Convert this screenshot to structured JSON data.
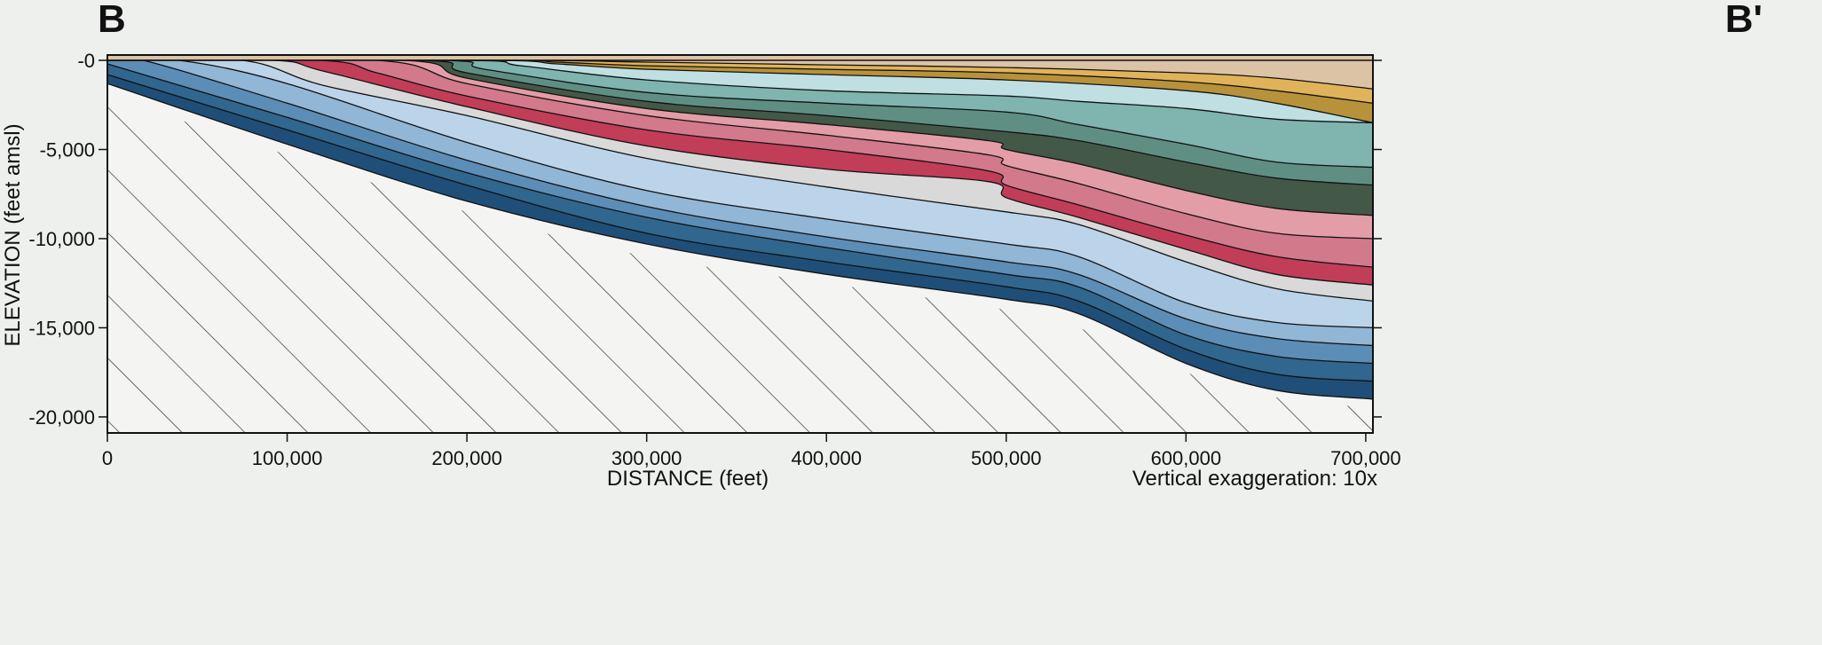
{
  "section": {
    "left_label": "B",
    "right_label": "B'"
  },
  "y_axis": {
    "label": "ELEVATION (feet amsl)",
    "unit": "feet amsl",
    "ticks": [
      {
        "value": 0,
        "label": "-0"
      },
      {
        "value": -5000,
        "label": "-5,000"
      },
      {
        "value": -10000,
        "label": "-10,000"
      },
      {
        "value": -15000,
        "label": "-15,000"
      },
      {
        "value": -20000,
        "label": "-20,000"
      }
    ],
    "range": [
      -20900,
      300
    ]
  },
  "x_axis": {
    "label": "DISTANCE (feet)",
    "unit": "feet",
    "ticks": [
      {
        "value": 0,
        "label": "0"
      },
      {
        "value": 100000,
        "label": "100,000"
      },
      {
        "value": 200000,
        "label": "200,000"
      },
      {
        "value": 300000,
        "label": "300,000"
      },
      {
        "value": 400000,
        "label": "400,000"
      },
      {
        "value": 500000,
        "label": "500,000"
      },
      {
        "value": 600000,
        "label": "600,000"
      },
      {
        "value": 700000,
        "label": "700,000"
      }
    ],
    "range": [
      0,
      704000
    ]
  },
  "note": "Vertical exaggeration: 10x",
  "colors": {
    "background": "#eef0ee",
    "basement_fill": "#f4f4f2",
    "hatch": "#333333",
    "outline": "#111111"
  },
  "basement_top": {
    "x": [
      0,
      100000,
      200000,
      300000,
      400000,
      500000,
      540000,
      600000,
      650000,
      704000
    ],
    "y": [
      -2000,
      -5300,
      -8500,
      -11000,
      -12500,
      -14000,
      -15000,
      -17500,
      -18900,
      -19500
    ]
  },
  "layers": [
    {
      "color": "#1f4f78",
      "x": [
        0,
        100000,
        200000,
        300000,
        400000,
        500000,
        540000,
        600000,
        650000,
        704000
      ],
      "y": [
        -1300,
        -4700,
        -7900,
        -10300,
        -12000,
        -13400,
        -14200,
        -17000,
        -18500,
        -19000
      ]
    },
    {
      "color": "#31668e",
      "x": [
        0,
        100000,
        200000,
        300000,
        400000,
        500000,
        540000,
        600000,
        650000,
        704000
      ],
      "y": [
        -800,
        -3900,
        -7000,
        -9700,
        -11300,
        -12700,
        -13500,
        -16200,
        -17600,
        -18000
      ]
    },
    {
      "color": "#5c8db7",
      "x": [
        0,
        100000,
        200000,
        300000,
        400000,
        500000,
        540000,
        600000,
        650000,
        704000
      ],
      "y": [
        -200,
        -3200,
        -6300,
        -8800,
        -10500,
        -12000,
        -12700,
        -15400,
        -16600,
        -17000
      ]
    },
    {
      "color": "#91b6d6",
      "x": [
        0,
        20000,
        100000,
        200000,
        300000,
        400000,
        500000,
        540000,
        600000,
        650000,
        704000
      ],
      "y": [
        0,
        0,
        -2400,
        -5600,
        -8200,
        -9900,
        -11300,
        -12000,
        -14500,
        -15600,
        -16000
      ]
    },
    {
      "color": "#bcd4ea",
      "x": [
        0,
        40000,
        100000,
        200000,
        300000,
        400000,
        500000,
        540000,
        600000,
        650000,
        704000
      ],
      "y": [
        0,
        0,
        -1300,
        -4600,
        -7300,
        -8900,
        -10300,
        -11000,
        -13600,
        -14700,
        -15000
      ]
    },
    {
      "color": "#d9d9d9",
      "x": [
        0,
        75000,
        120000,
        200000,
        300000,
        400000,
        500000,
        540000,
        600000,
        650000,
        704000
      ],
      "y": [
        0,
        0,
        -1400,
        -3100,
        -5500,
        -7100,
        -8500,
        -9200,
        -11300,
        -12800,
        -13500
      ]
    },
    {
      "color": "#c23d58",
      "x": [
        0,
        92000,
        120000,
        200000,
        300000,
        400000,
        490000,
        500000,
        540000,
        600000,
        650000,
        704000
      ],
      "y": [
        0,
        0,
        -600,
        -2600,
        -4800,
        -6100,
        -6800,
        -7700,
        -8800,
        -10600,
        -12000,
        -12600
      ]
    },
    {
      "color": "#d3798c",
      "x": [
        0,
        118000,
        150000,
        200000,
        300000,
        400000,
        490000,
        500000,
        540000,
        600000,
        650000,
        704000
      ],
      "y": [
        0,
        0,
        -700,
        -2000,
        -3900,
        -5000,
        -6200,
        -7000,
        -8100,
        -9800,
        -11000,
        -11600
      ]
    },
    {
      "color": "#e39da6",
      "x": [
        0,
        150000,
        200000,
        300000,
        400000,
        490000,
        500000,
        540000,
        600000,
        650000,
        704000
      ],
      "y": [
        0,
        0,
        -1300,
        -3100,
        -4200,
        -5300,
        -5900,
        -6900,
        -8600,
        -9700,
        -10000
      ]
    },
    {
      "color": "#435847",
      "x": [
        0,
        165000,
        200000,
        300000,
        400000,
        490000,
        500000,
        540000,
        600000,
        650000,
        704000
      ],
      "y": [
        0,
        0,
        -1000,
        -2700,
        -3600,
        -4500,
        -5000,
        -5800,
        -7300,
        -8300,
        -8700
      ]
    },
    {
      "color": "#5f8f83",
      "x": [
        0,
        175000,
        200000,
        300000,
        400000,
        500000,
        540000,
        600000,
        650000,
        704000
      ],
      "y": [
        0,
        0,
        -700,
        -2300,
        -3100,
        -4000,
        -4500,
        -5700,
        -6600,
        -7000
      ]
    },
    {
      "color": "#7fb4af",
      "x": [
        0,
        185000,
        210000,
        300000,
        400000,
        500000,
        540000,
        600000,
        650000,
        704000
      ],
      "y": [
        0,
        0,
        -500,
        -1800,
        -2400,
        -2900,
        -3600,
        -4700,
        -5700,
        -6000
      ]
    },
    {
      "color": "#bfdfe3",
      "x": [
        0,
        198000,
        230000,
        300000,
        400000,
        500000,
        540000,
        600000,
        650000,
        704000
      ],
      "y": [
        0,
        0,
        -300,
        -1100,
        -1700,
        -2000,
        -2300,
        -2700,
        -3300,
        -3500
      ]
    },
    {
      "color": "#b8923a",
      "x": [
        0,
        210000,
        250000,
        300000,
        400000,
        500000,
        600000,
        650000,
        704000
      ],
      "y": [
        0,
        0,
        -200,
        -500,
        -800,
        -1100,
        -1700,
        -2400,
        -3500
      ]
    },
    {
      "color": "#e0b35a",
      "x": [
        0,
        215000,
        250000,
        300000,
        400000,
        500000,
        600000,
        650000,
        704000
      ],
      "y": [
        0,
        0,
        -100,
        -300,
        -500,
        -700,
        -1200,
        -1700,
        -2400
      ]
    },
    {
      "color": "#dcc3a6",
      "x": [
        0,
        225000,
        300000,
        400000,
        500000,
        600000,
        650000,
        704000
      ],
      "y": [
        0,
        0,
        -100,
        -250,
        -400,
        -700,
        -1000,
        -1600
      ]
    }
  ]
}
